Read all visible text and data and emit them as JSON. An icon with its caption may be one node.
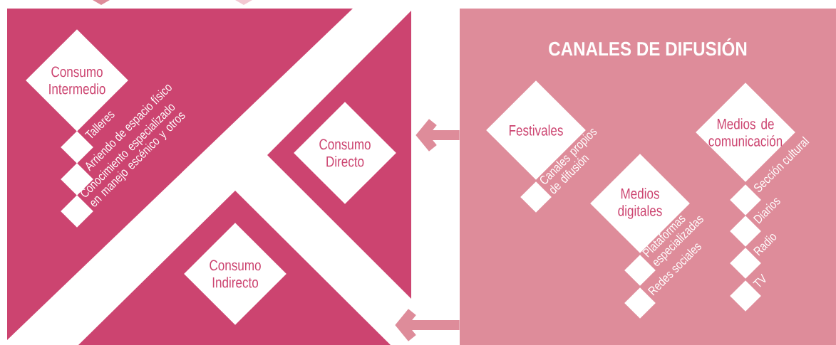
{
  "diagram": {
    "nodes": [
      {
        "text": [],
        "shape": "triangle"
      },
      {
        "text": [
          "Consumo Intermedio"
        ],
        "in": 0
      },
      {
        "text": [],
        "shape": "diamond",
        "beside": [
          "Talleres"
        ],
        "in": 0
      },
      {
        "text": [],
        "shape": "diamond",
        "beside": [
          "Arriendo de espacio físico"
        ],
        "in": 0
      },
      {
        "text": [],
        "shape": "diamond",
        "beside": [
          "Conocimiento especializado en manejo escénico y otros"
        ],
        "in": 0
      },
      {
        "text": [],
        "shape": "triangle"
      },
      {
        "text": [
          "Consumo Directo"
        ],
        "in": 5
      },
      {
        "text": [],
        "shape": "triangle"
      },
      {
        "text": [
          "Consumo Indirecto"
        ],
        "in": 7
      },
      {
        "text": [
          "CANALES DE DIFUSIÓN"
        ]
      },
      {
        "text": [
          "Festivales"
        ],
        "in": 9
      },
      {
        "text": [],
        "shape": "diamond",
        "beside": [
          "Canales propios de difusión"
        ],
        "in": 9
      },
      {
        "text": [
          "Medios digitales"
        ],
        "in": 9
      },
      {
        "text": [],
        "shape": "diamond",
        "beside": [
          "Plataformas especializadas"
        ],
        "in": 9
      },
      {
        "text": [],
        "shape": "diamond",
        "beside": [
          "Redes sociales"
        ],
        "in": 9
      },
      {
        "text": [
          "Medios de comunicación"
        ],
        "in": 9
      },
      {
        "text": [],
        "shape": "diamond",
        "beside": [
          "Sección cultural"
        ],
        "in": 9
      },
      {
        "text": [],
        "shape": "diamond",
        "beside": [
          "Diarios"
        ],
        "in": 9
      },
      {
        "text": [],
        "shape": "diamond",
        "beside": [
          "Radio"
        ],
        "in": 9
      },
      {
        "text": [],
        "shape": "diamond",
        "beside": [
          "TV"
        ],
        "in": 9
      }
    ],
    "edges": [
      {
        "from": 9,
        "to": 5,
        "arrow": "to"
      },
      {
        "from": 9,
        "to": 7,
        "arrow": "to"
      }
    ]
  }
}
